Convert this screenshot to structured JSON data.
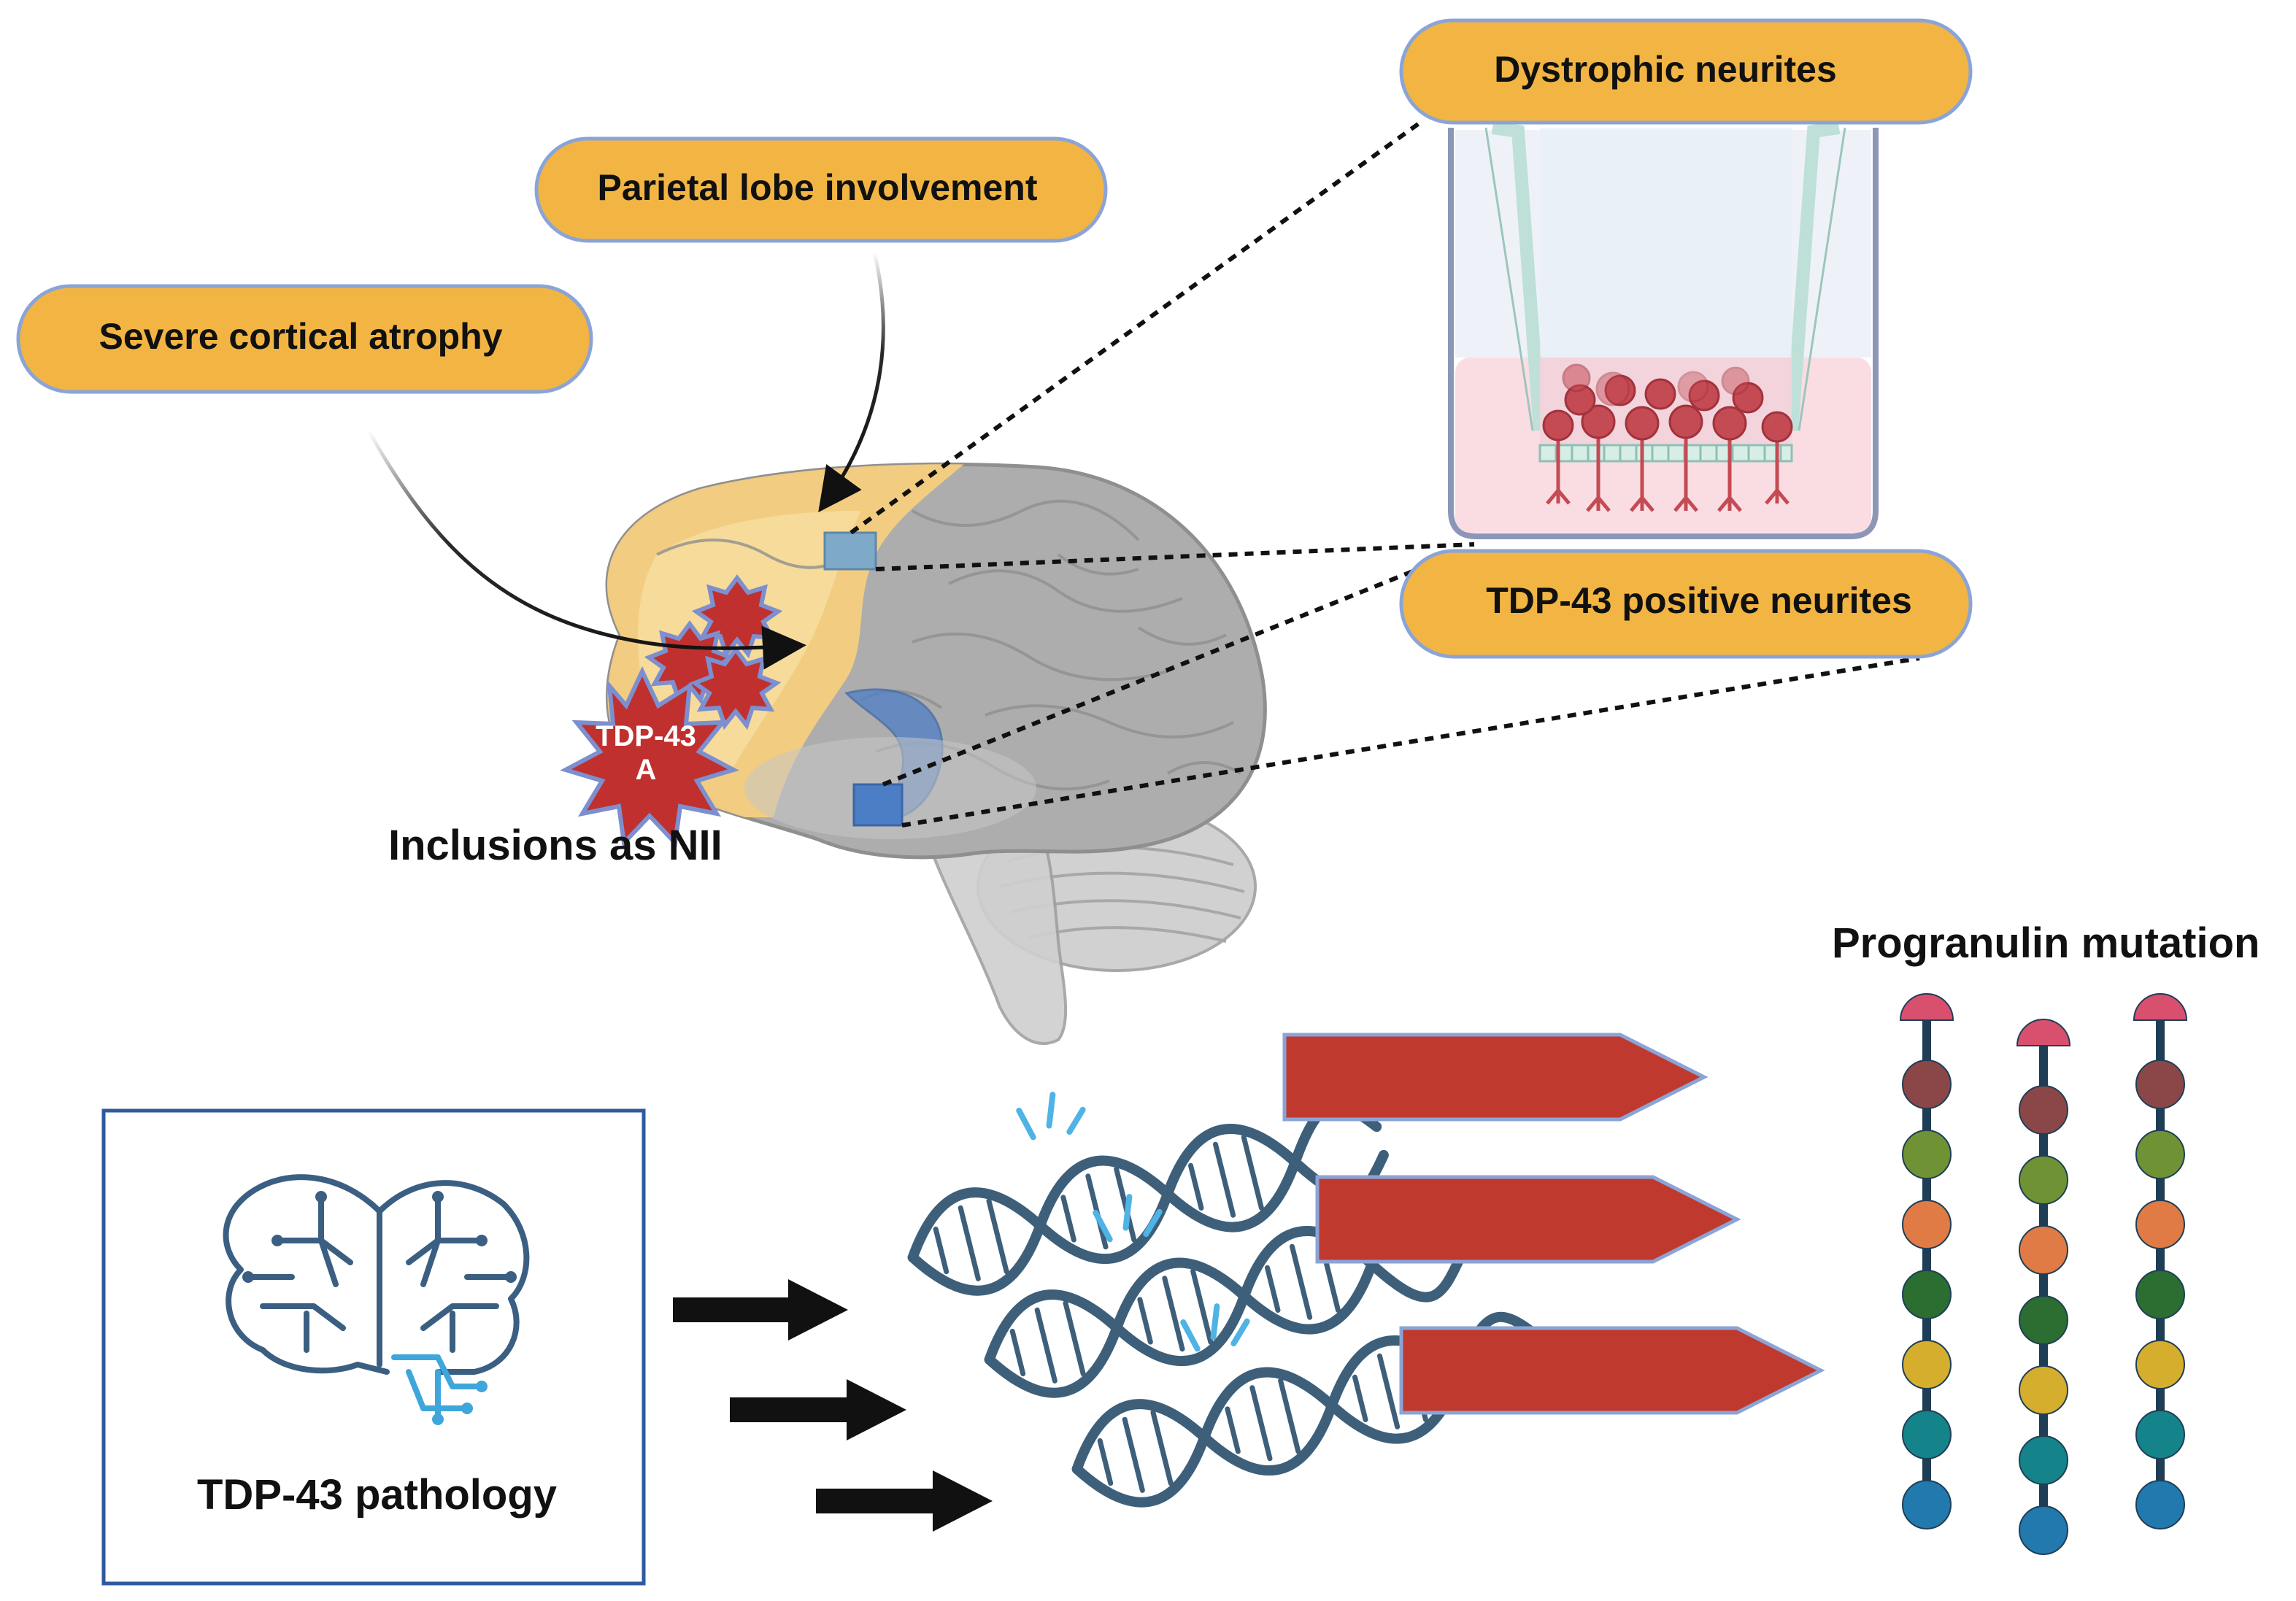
{
  "labels": {
    "dystrophic_neurites": "Dystrophic neurites",
    "parietal_lobe": "Parietal lobe involvement",
    "cortical_atrophy": "Severe cortical atrophy",
    "tdp43_neurites": "TDP-43 positive neurites",
    "inclusions": "Inclusions as NII",
    "progranulin": "Progranulin mutation",
    "pathology": "TDP-43 pathology",
    "star_line1": "TDP-43",
    "star_line2": "A"
  },
  "colors": {
    "pill_fill": "#F2B544",
    "pill_stroke": "#8BA4D6",
    "cortex_yellow": "#F5CF7E",
    "brain_grey": "#A9A9A9",
    "lesion_red": "#C0302E",
    "lesion_halo": "#7D8FCE",
    "dna": "#3E5F7A",
    "dna_nick": "#4FB3E6",
    "arrow_red": "#C0392F",
    "arrow_black": "#111111",
    "frame_blue": "#2E5A9E"
  },
  "bead_colors": [
    "#D9506F",
    "#8B4747",
    "#6F9234",
    "#E07B45",
    "#2C6D31",
    "#D6AE2E",
    "#14838A",
    "#2279AE"
  ],
  "icons": {
    "brain": "brain-illustration",
    "circuit_brain": "circuit-brain-icon",
    "transwell": "transwell-culture-icon",
    "dna": "dna-helix-icon",
    "protein_chain": "bead-chain-icon"
  }
}
